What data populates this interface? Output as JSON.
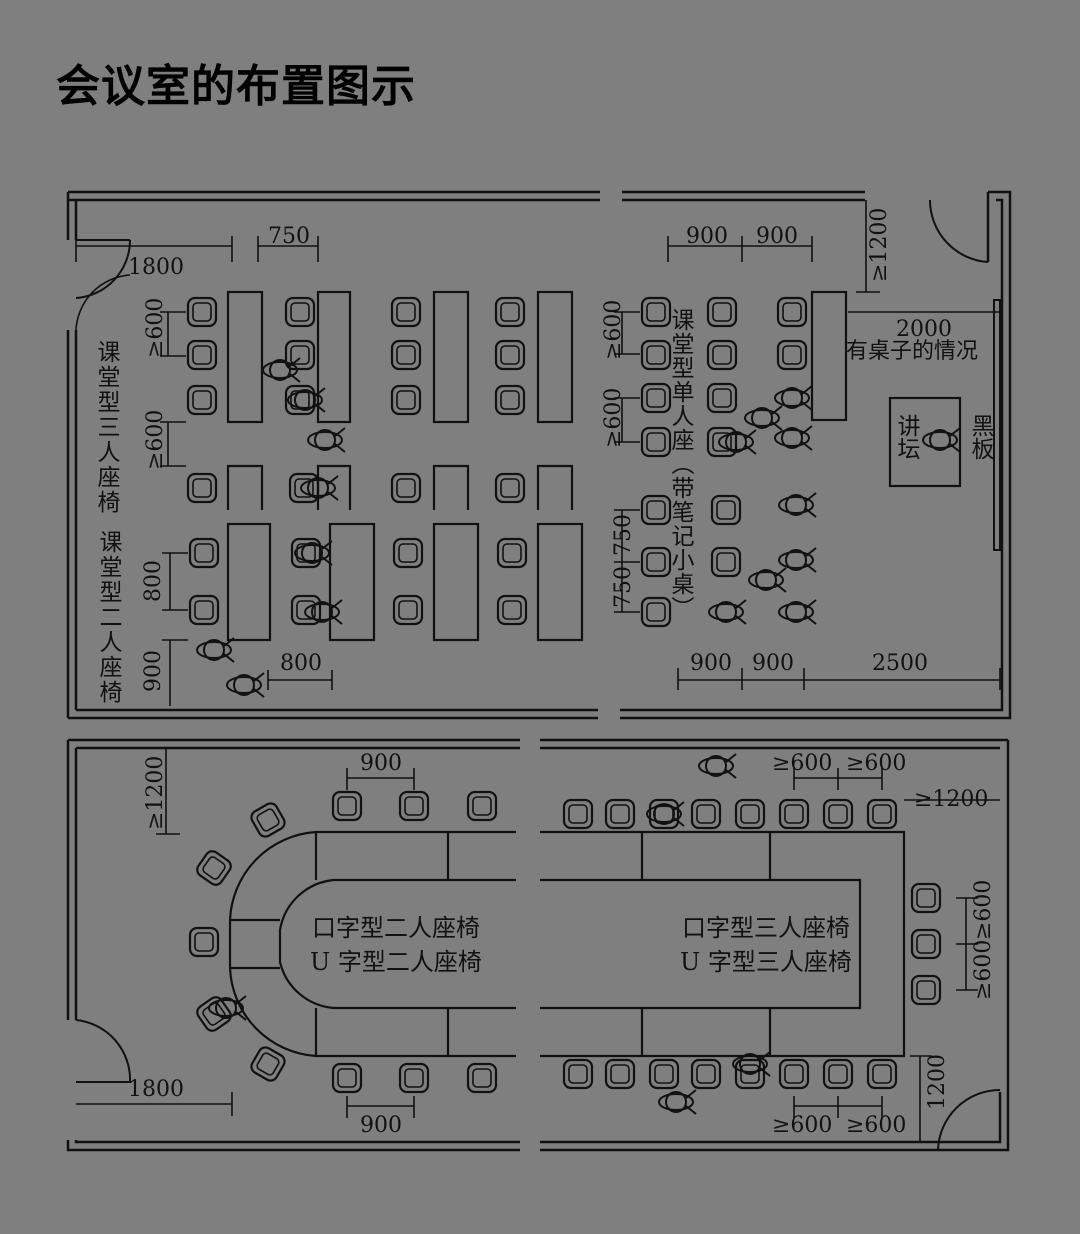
{
  "title": "会议室的布置图示",
  "colors": {
    "background": "#7f7f7f",
    "ink": "#111111"
  },
  "panels": {
    "top_left": {
      "label_three_seat": "课堂型三人座椅",
      "label_two_seat": "课堂型二人座椅",
      "dims": {
        "d1800": "1800",
        "d750": "750",
        "d600a": "≥600",
        "d600b": "≥600",
        "d800v": "800",
        "d900v": "900",
        "d800h": "800"
      }
    },
    "top_right": {
      "label_single_seat": "课堂型单人座（带笔记小桌）",
      "label_with_table": "有桌子的情况",
      "label_lectern": "讲坛",
      "label_blackboard": "黑板",
      "dims": {
        "d900a": "900",
        "d900b": "900",
        "d1200": "≥1200",
        "d2000": "2000",
        "d600a": "≥600",
        "d600b": "≥600",
        "d750a": "750",
        "d750b": "750",
        "d900c": "900",
        "d900d": "900",
        "d2500": "2500"
      }
    },
    "bottom": {
      "label_left_1": "口字型二人座椅",
      "label_left_2": "U 字型二人座椅",
      "label_right_1": "口字型三人座椅",
      "label_right_2": "U 字型三人座椅",
      "dims": {
        "d1200v": "≥1200",
        "d900top": "900",
        "d600t1": "≥600",
        "d600t2": "≥600",
        "d1200h": "≥1200",
        "d600r1": "≥600",
        "d600r2": "≥600",
        "d1800": "1800",
        "d900bottom": "900",
        "d600b1": "≥600",
        "d600b2": "≥600",
        "d1200b": "1200"
      }
    }
  }
}
